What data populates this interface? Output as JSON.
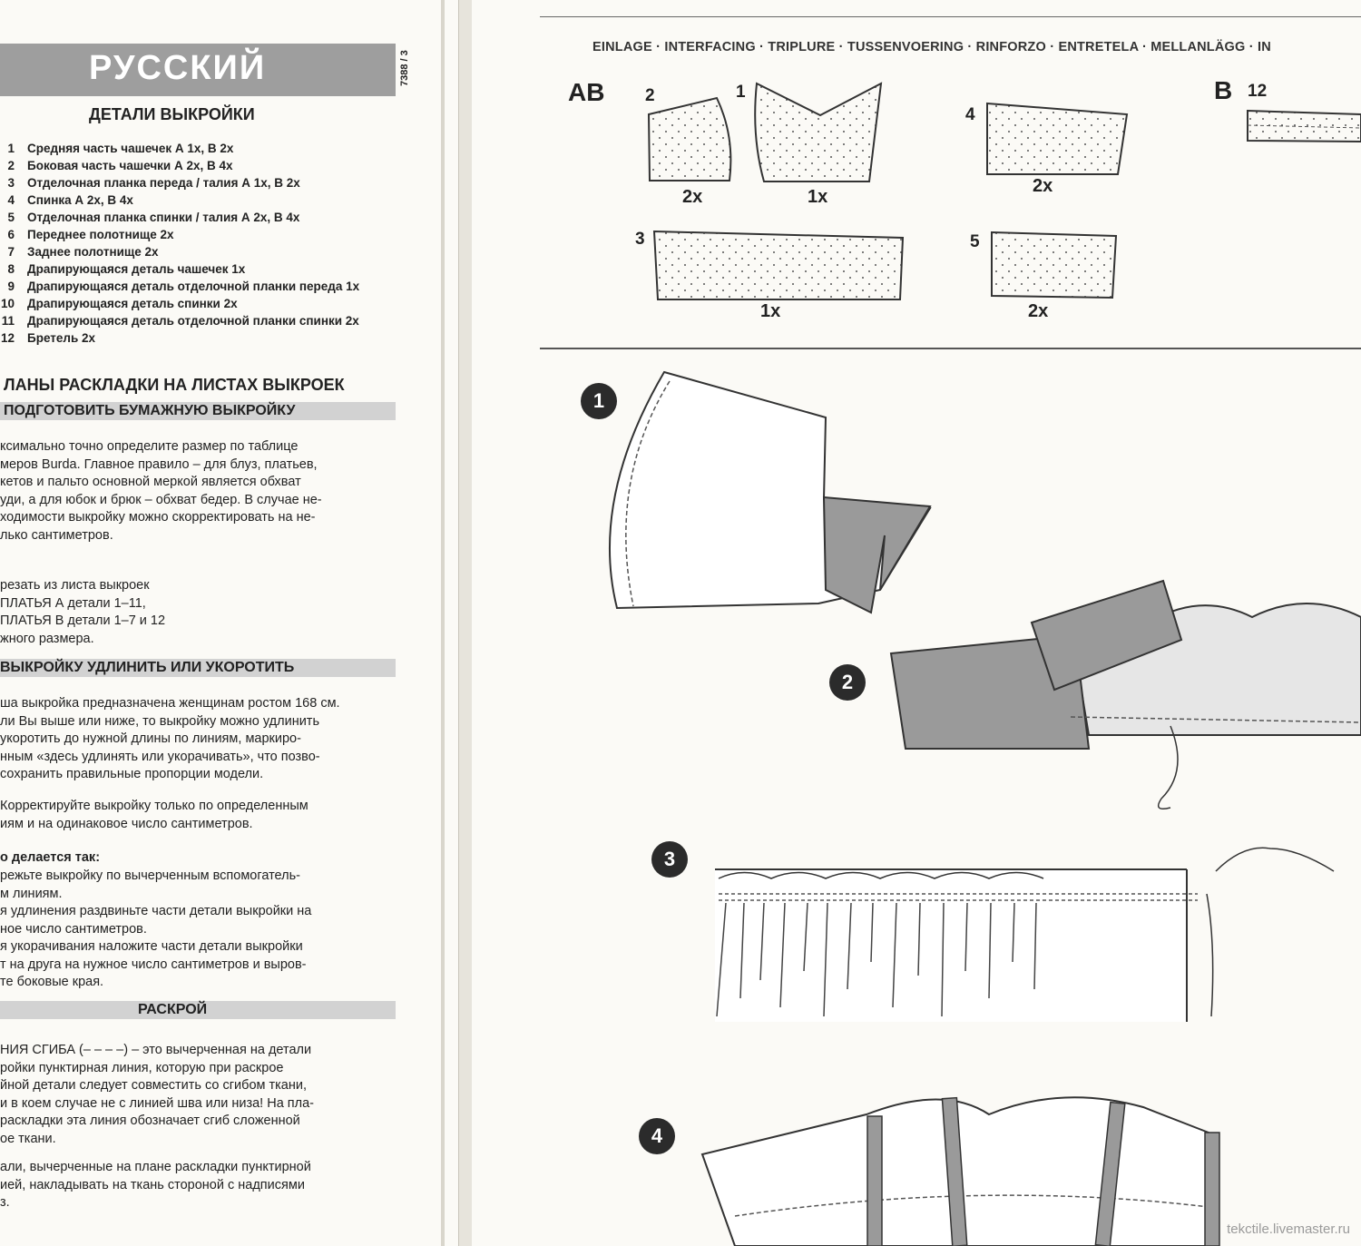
{
  "left_page": {
    "title": "РУССКИЙ",
    "page_code": "7388 / 3",
    "parts_heading": "ДЕТАЛИ ВЫКРОЙКИ",
    "parts": [
      {
        "num": "1",
        "text": "Средняя часть чашечек А 1х, В 2х"
      },
      {
        "num": "2",
        "text": "Боковая часть чашечки А 2х, В 4х"
      },
      {
        "num": "3",
        "text": "Отделочная планка переда / талия А 1х, В 2х"
      },
      {
        "num": "4",
        "text": "Спинка А 2х, В 4х"
      },
      {
        "num": "5",
        "text": "Отделочная планка спинки / талия А 2х, В 4х"
      },
      {
        "num": "6",
        "text": "Переднее полотнище 2х"
      },
      {
        "num": "7",
        "text": "Заднее полотнище 2х"
      },
      {
        "num": "8",
        "text": "Драпирующаяся деталь чашечек 1х"
      },
      {
        "num": "9",
        "text": "Драпирующаяся деталь отделочной планки переда 1х"
      },
      {
        "num": "10",
        "text": "Драпирующаяся деталь спинки 2х"
      },
      {
        "num": "11",
        "text": "Драпирующаяся деталь отделочной планки спинки 2х"
      },
      {
        "num": "12",
        "text": "Бретель 2х"
      }
    ],
    "layout_heading": "ЛАНЫ РАСКЛАДКИ НА ЛИСТАХ ВЫКРОЕК",
    "prepare_band": "ПОДГОТОВИТЬ БУМАЖНУЮ ВЫКРОЙКУ",
    "prepare_lines": [
      "ксимально точно определите размер по таблице",
      "меров Burda. Главное правило – для блуз, платьев,",
      "кетов и пальто основной меркой является обхват",
      "уди, а для юбок и брюк – обхват бедер. В случае не-",
      "ходимости выкройку можно скорректировать на не-",
      "лько сантиметров."
    ],
    "cut_lines": [
      "резать из листа выкроек",
      "ПЛАТЬЯ А детали 1–11,",
      "ПЛАТЬЯ В детали 1–7 и 12",
      "жного размера."
    ],
    "length_band": "ВЫКРОЙКУ УДЛИНИТЬ ИЛИ УКОРОТИТЬ",
    "length_lines": [
      "ша выкройка предназначена женщинам ростом 168 см.",
      "ли Вы выше или ниже, то выкройку можно удлинить",
      "укоротить до нужной длины по линиям, маркиро-",
      "нным «здесь удлинять или укорачивать», что позво-",
      "сохранить правильные пропорции модели."
    ],
    "correct_lines": [
      "Корректируйте выкройку только по определенным",
      "иям и на одинаковое число сантиметров."
    ],
    "how_heading": "о делается так:",
    "how_lines": [
      "режьте выкройку по вычерченным вспомогатель-",
      "м линиям.",
      "я удлинения раздвиньте части детали выкройки на",
      "ное число сантиметров.",
      "я укорачивания наложите части детали выкройки",
      "т на друга на нужное число сантиметров и выров-",
      "те боковые края."
    ],
    "cutting_band": "РАСКРОЙ",
    "fold_lines": [
      "НИЯ СГИБА (– – – –) – это вычерченная на детали",
      "ройки пунктирная линия, которую при раскрое",
      "йной детали следует совместить со сгибом ткани,",
      "и в коем случае не с линией шва или низа! На пла-",
      "раскладки эта линия обозначает сгиб сложенной",
      "ое ткани."
    ],
    "dotted_lines": [
      "али, вычерченные на плане раскладки пунктирной",
      "ией, накладывать на ткань стороной с надписями",
      "з."
    ]
  },
  "right_page": {
    "interfacing_header": "EINLAGE · INTERFACING · TRIPLURE · TUSSENVOERING · RINFORZO · ENTRETELA · MELLANLÄGG · IN",
    "group_ab": "AB",
    "group_b": "B",
    "pieces": [
      {
        "num": "2",
        "qty": "2x"
      },
      {
        "num": "1",
        "qty": "1x"
      },
      {
        "num": "4",
        "qty": "2x"
      },
      {
        "num": "3",
        "qty": "1x"
      },
      {
        "num": "5",
        "qty": "2x"
      },
      {
        "num": "12",
        "qty": ""
      }
    ],
    "steps": [
      "1",
      "2",
      "3",
      "4"
    ],
    "watermark": "tekctile.livemaster.ru"
  }
}
